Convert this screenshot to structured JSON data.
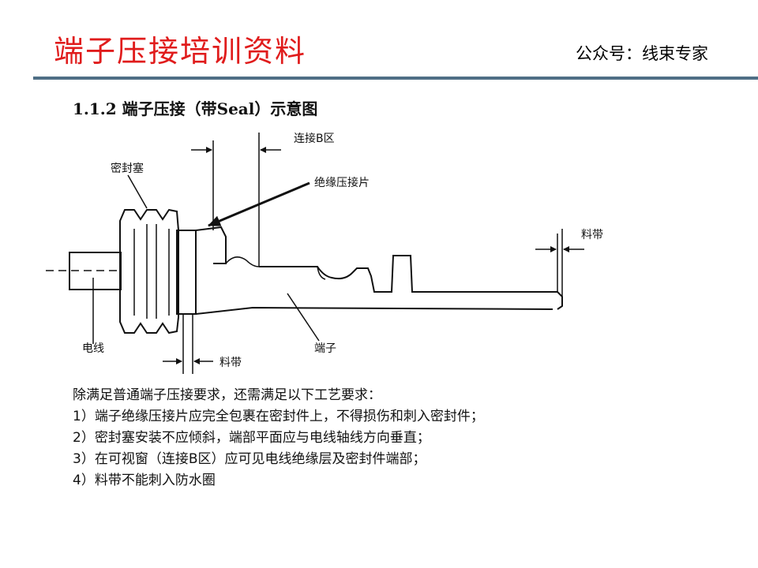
{
  "header": {
    "title": "端子压接培训资料",
    "account": "公众号：线束专家"
  },
  "section": {
    "heading": "1.1.2  端子压接（带Seal）示意图"
  },
  "diagram": {
    "labels": {
      "seal": "密封塞",
      "zone_b": "连接B区",
      "insulation_crimp": "绝缘压接片",
      "carrier_right": "料带",
      "wire": "电线",
      "carrier_bottom": "料带",
      "terminal": "端子"
    }
  },
  "requirements": {
    "intro": "除满足普通端子压接要求，还需满足以下工艺要求：",
    "items": [
      "1）端子绝缘压接片应完全包裹在密封件上，不得损伤和刺入密封件；",
      "2）密封塞安装不应倾斜，端部平面应与电线轴线方向垂直；",
      "3）在可视窗（连接B区）应可见电线绝缘层及密封件端部；",
      "4）料带不能刺入防水圈"
    ]
  },
  "colors": {
    "title": "#e01c1c",
    "rule": "#4f6f86"
  }
}
